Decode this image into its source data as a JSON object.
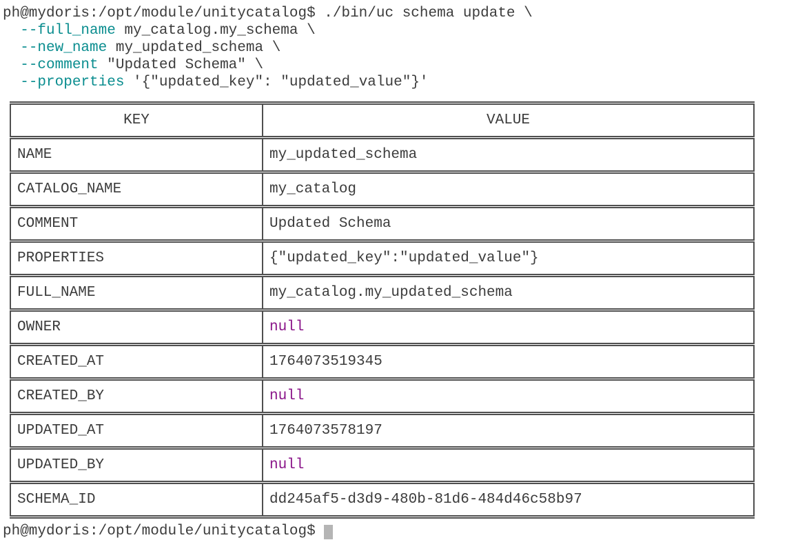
{
  "colors": {
    "text": "#3c3c3c",
    "flag": "#0a8d8f",
    "null": "#8a1589",
    "border": "#4f4f4f",
    "cursor": "#b5b5b5"
  },
  "terminal": {
    "command_line": "ph@mydoris:/opt/module/unitycatalog$ ./bin/uc schema update \\",
    "continuations": [
      {
        "indent": "  ",
        "flag": "--full_name",
        "rest": " my_catalog.my_schema \\"
      },
      {
        "indent": "  ",
        "flag": "--new_name",
        "rest": " my_updated_schema \\"
      },
      {
        "indent": "  ",
        "flag": "--comment",
        "rest": " \"Updated Schema\" \\"
      },
      {
        "indent": "  ",
        "flag": "--properties",
        "rest": " '{\"updated_key\": \"updated_value\"}'"
      }
    ],
    "footer_prompt": "ph@mydoris:/opt/module/unitycatalog$ "
  },
  "table": {
    "headers": [
      "KEY",
      "VALUE"
    ],
    "rows": [
      {
        "key": "NAME",
        "value": "my_updated_schema"
      },
      {
        "key": "CATALOG_NAME",
        "value": "my_catalog"
      },
      {
        "key": "COMMENT",
        "value": "Updated Schema"
      },
      {
        "key": "PROPERTIES",
        "value": "{\"updated_key\":\"updated_value\"}"
      },
      {
        "key": "FULL_NAME",
        "value": "my_catalog.my_updated_schema"
      },
      {
        "key": "OWNER",
        "value": "null"
      },
      {
        "key": "CREATED_AT",
        "value": "1764073519345"
      },
      {
        "key": "CREATED_BY",
        "value": "null"
      },
      {
        "key": "UPDATED_AT",
        "value": "1764073578197"
      },
      {
        "key": "UPDATED_BY",
        "value": "null"
      },
      {
        "key": "SCHEMA_ID",
        "value": "dd245af5-d3d9-480b-81d6-484d46c58b97"
      }
    ]
  }
}
